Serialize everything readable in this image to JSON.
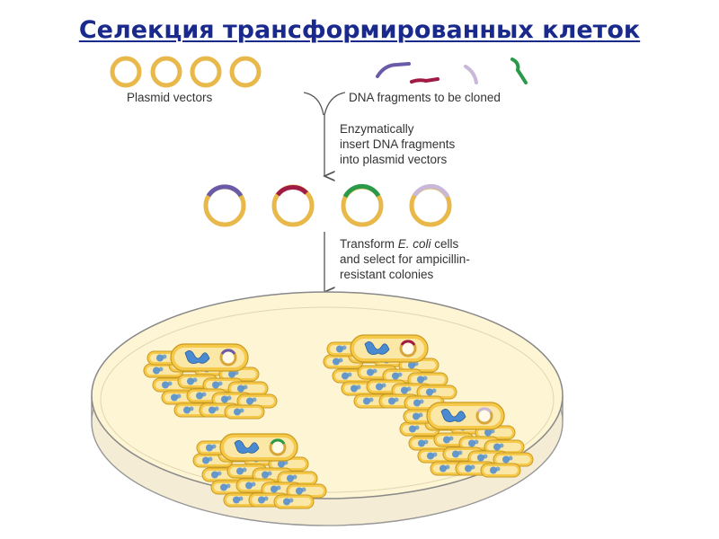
{
  "title": "Селекция трансформированных клеток",
  "labels": {
    "plasmids": "Plasmid vectors",
    "fragments": "DNA fragments to be cloned",
    "step1_line1": "Enzymatically",
    "step1_line2": "insert DNA fragments",
    "step1_line3": "into plasmid vectors",
    "step2_line1_a": "Transform ",
    "step2_line1_b": "E. coli",
    "step2_line1_c": " cells",
    "step2_line2": "and select for ampicillin-",
    "step2_line3": "resistant colonies"
  },
  "colors": {
    "title": "#1a2a8c",
    "plasmid_ring": "#e8b84a",
    "fragment_1": "#6a5aa8",
    "fragment_2": "#a01c44",
    "fragment_3": "#c9b8d8",
    "fragment_4": "#2a9a4a",
    "dish_fill": "#fdf5d4",
    "cell_fill": "#f7c94a",
    "dna_blob": "#4a8ad0"
  }
}
